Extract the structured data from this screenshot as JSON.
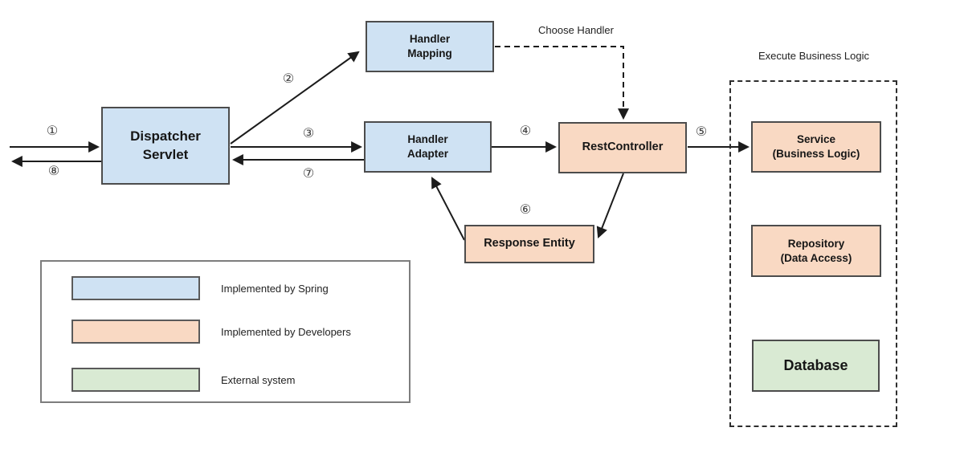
{
  "diagram": {
    "title_implicit": "Spring MVC RestController request flow",
    "nodes": {
      "dispatcher_servlet": {
        "label": "Dispatcher\nServlet",
        "role": "spring"
      },
      "handler_mapping": {
        "label": "Handler\nMapping",
        "role": "spring"
      },
      "handler_adapter": {
        "label": "Handler\nAdapter",
        "role": "spring"
      },
      "rest_controller": {
        "label": "RestController",
        "role": "developer"
      },
      "response_entity": {
        "label": "Response Entity",
        "role": "developer"
      },
      "service": {
        "label": "Service\n(Business Logic)",
        "role": "developer"
      },
      "repository": {
        "label": "Repository\n(Data Access)",
        "role": "developer"
      },
      "database": {
        "label": "Database",
        "role": "external"
      }
    },
    "steps": {
      "s1": "①",
      "s2": "②",
      "s3": "③",
      "s4": "④",
      "s5": "⑤",
      "s6": "⑥",
      "s7": "⑦",
      "s8": "⑧"
    },
    "annotations": {
      "choose_handler": "Choose Handler",
      "execute_business_logic": "Execute Business Logic"
    },
    "legend": {
      "items": [
        {
          "label": "Implemented by Spring",
          "color": "#cfe2f3"
        },
        {
          "label": "Implemented by Developers",
          "color": "#f9d9c3"
        },
        {
          "label": "External system",
          "color": "#d9ead3"
        }
      ]
    },
    "colors": {
      "spring": "#cfe2f3",
      "developer": "#f9d9c3",
      "external": "#d9ead3",
      "node_border": "#4c4c4c",
      "arrow": "#1c1c1c"
    }
  }
}
